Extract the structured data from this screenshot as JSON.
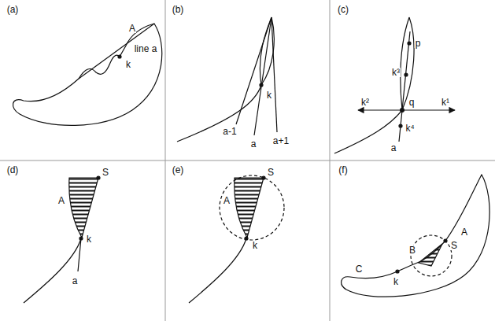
{
  "diagram": {
    "labels": [
      "(a)",
      "A",
      "line a",
      "k",
      "(b)",
      "k",
      "a-1",
      "a",
      "a+1",
      "(c)",
      "p",
      "k³",
      "k²",
      "k¹",
      "q",
      "k⁴",
      "a",
      "(d)",
      "S",
      "A",
      "k",
      "a",
      "(e)",
      "S",
      "A",
      "k",
      "(f)",
      "A",
      "S",
      "B",
      "C",
      "k"
    ]
  }
}
